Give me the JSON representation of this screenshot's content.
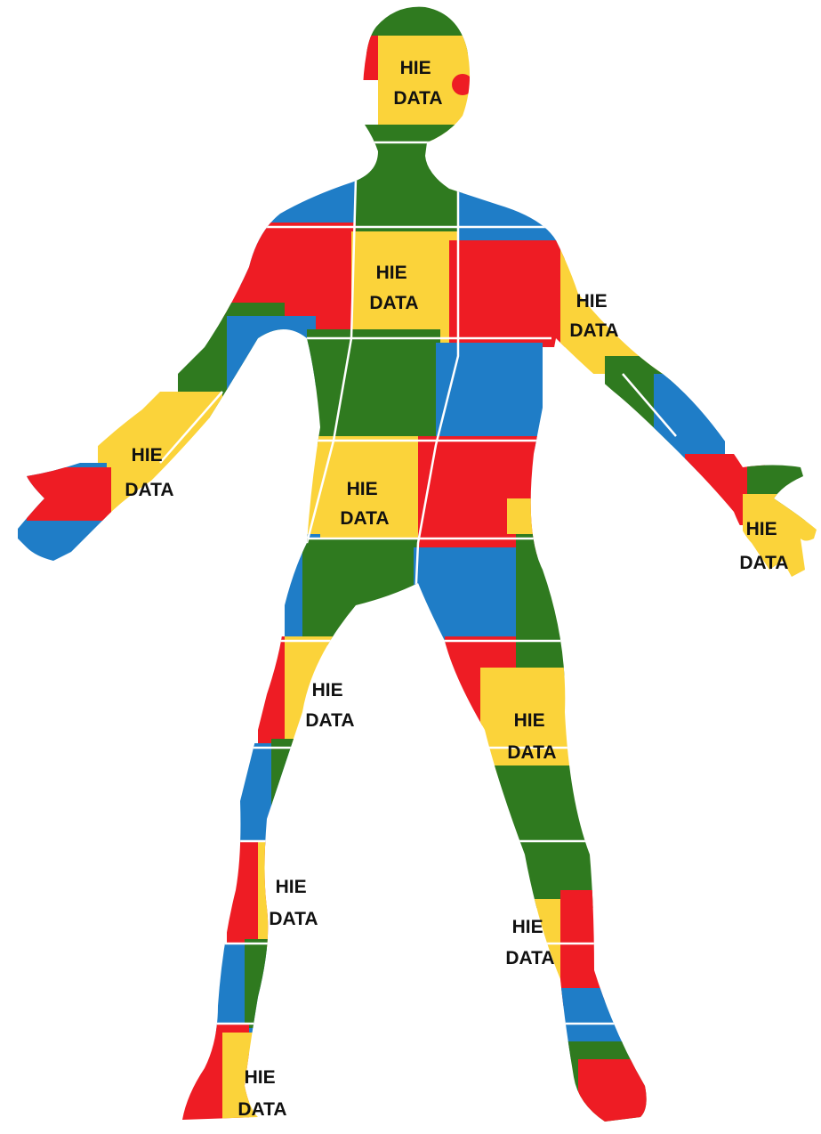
{
  "colors": {
    "red": "#ee1c24",
    "yellow": "#fbd33a",
    "green": "#2f7a1f",
    "blue": "#1f7dc7",
    "seam": "#ffffff",
    "text": "#111111"
  },
  "labels": [
    {
      "id": "head",
      "line1": "HIE",
      "line2": "DATA"
    },
    {
      "id": "chest",
      "line1": "HIE",
      "line2": "DATA"
    },
    {
      "id": "left-upper-arm",
      "line1": "HIE",
      "line2": "DATA"
    },
    {
      "id": "right-forearm",
      "line1": "HIE",
      "line2": "DATA"
    },
    {
      "id": "torso",
      "line1": "HIE",
      "line2": "DATA"
    },
    {
      "id": "right-hand",
      "line1": "HIE",
      "line2": "DATA"
    },
    {
      "id": "right-thigh",
      "line1": "HIE",
      "line2": "DATA"
    },
    {
      "id": "left-thigh",
      "line1": "HIE",
      "line2": "DATA"
    },
    {
      "id": "right-knee",
      "line1": "HIE",
      "line2": "DATA"
    },
    {
      "id": "left-shin",
      "line1": "HIE",
      "line2": "DATA"
    },
    {
      "id": "right-foot",
      "line1": "HIE",
      "line2": "DATA"
    }
  ]
}
